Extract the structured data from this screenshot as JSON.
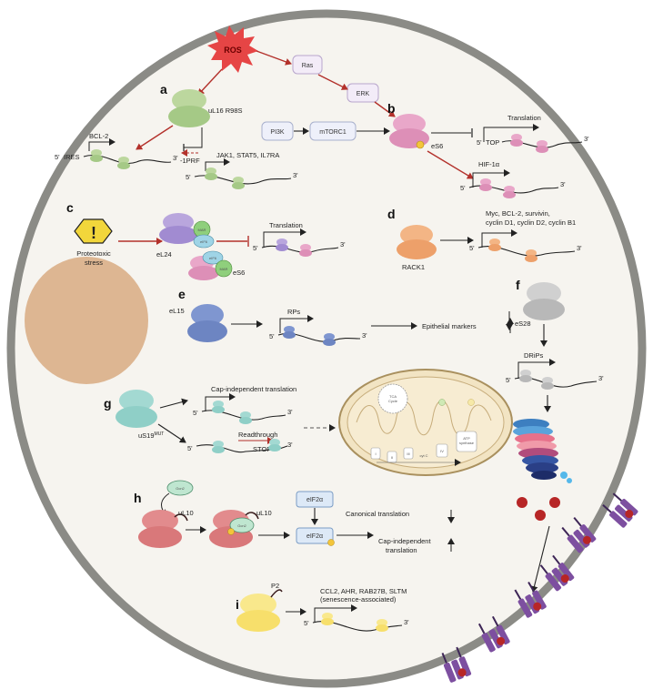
{
  "panels": {
    "a": "a",
    "b": "b",
    "c": "c",
    "d": "d",
    "e": "e",
    "f": "f",
    "g": "g",
    "h": "h",
    "i": "i"
  },
  "stimuli": {
    "ros": "ROS",
    "proteotoxic1": "Proteotoxic",
    "proteotoxic2": "stress"
  },
  "signaling": {
    "ras": "Ras",
    "erk": "ERK",
    "pi3k": "PI3K",
    "mtorc1": "mTORC1"
  },
  "ribosomal_proteins": {
    "ul16": "uL16 R98S",
    "es6": "eS6",
    "el24": "eL24",
    "es6_c": "eS6",
    "rack1": "RACK1",
    "el15": "eL15",
    "es28": "eS28",
    "us19": "uS19",
    "us19_sup": "MUT",
    "ul10_a": "uL10",
    "ul10_b": "uL10",
    "p2": "P2"
  },
  "factors": {
    "mar1": "MAR",
    "eif6_1": "eIF6",
    "eif6_2": "eIF6",
    "mar2": "MAR",
    "gcn2_a": "Gcn2",
    "gcn2_b": "Gcn2",
    "eif2a_top": "eIF2α",
    "eif2a_bottom": "eIF2α"
  },
  "mrna_labels": {
    "five": "5'",
    "three": "3'",
    "ires": "IRES",
    "bcl2": "BCL-2",
    "minus1prf": "-1PRF",
    "jak": "JAK1, STAT5, IL7RA",
    "translation_b": "Translation",
    "top": "TOP",
    "hif": "HIF-1α",
    "translation_c": "Translation",
    "d_targets1": "Myc, BCL-2, survivin,",
    "d_targets2": "cyclin D1, cyclin D2, cyclin B1",
    "rps": "RPs",
    "epithelial": "Epithelial markers",
    "drips": "DRiPs",
    "capind_g": "Cap-independent translation",
    "readthrough": "Readthrough",
    "stop": "STOP",
    "canonical": "Canonical translation",
    "capind_h1": "Cap-independent",
    "capind_h2": "translation",
    "i_targets1": "CCL2, AHR, RAB27B, SLTM",
    "i_targets2": "(senescence-associated)"
  },
  "mito": {
    "tca1": "TCA",
    "tca2": "Cycle",
    "atp1": "ATP",
    "atp2": "synthase",
    "c1": "I",
    "c2": "II",
    "c3": "III",
    "cytc": "cyt C",
    "c4": "IV"
  },
  "colors": {
    "cell_fill": "#f6f4ef",
    "cell_border": "#8b8b86",
    "nucleus": "#ddb692",
    "arrow_red": "#b3312b",
    "ros": "#e64545",
    "ribo_green": "#bcd79e",
    "ribo_pink": "#e9a7c9",
    "ribo_purple": "#b9a6dd",
    "ribo_orange": "#f3b585",
    "ribo_blue": "#6d85c2",
    "ribo_grey": "#c3c3c3",
    "ribo_teal": "#8fcfc7",
    "ribo_red": "#d9787a",
    "ribo_yellow": "#f7df6b",
    "proteasome": "#7d4fa0",
    "aggregate": "#b72626"
  }
}
